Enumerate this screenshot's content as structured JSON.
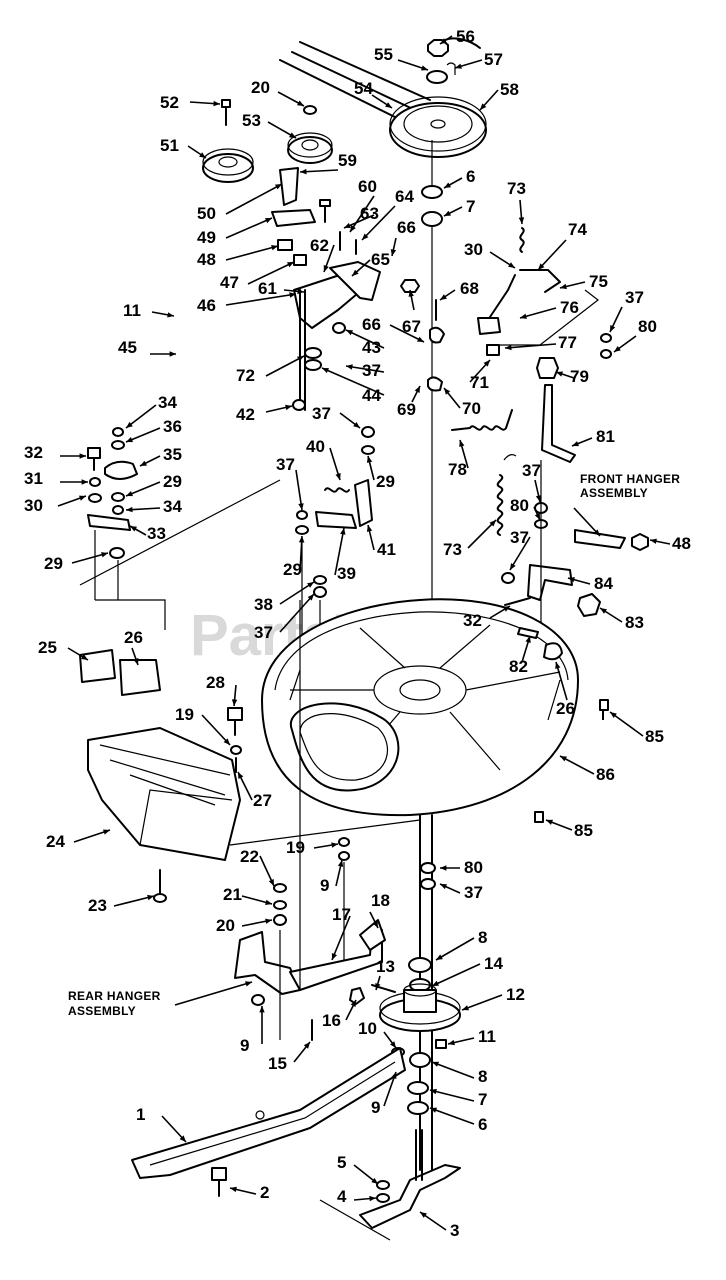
{
  "watermark": "PartsTree",
  "assembly_labels": {
    "front_hanger": [
      "FRONT HANGER",
      "ASSEMBLY"
    ],
    "rear_hanger": [
      "REAR HANGER",
      "ASSEMBLY"
    ]
  },
  "callouts": [
    {
      "id": "c56",
      "n": "56"
    },
    {
      "id": "c55",
      "n": "55"
    },
    {
      "id": "c57",
      "n": "57"
    },
    {
      "id": "c54",
      "n": "54"
    },
    {
      "id": "c58",
      "n": "58"
    },
    {
      "id": "c52",
      "n": "52"
    },
    {
      "id": "c20a",
      "n": "20"
    },
    {
      "id": "c53",
      "n": "53"
    },
    {
      "id": "c51",
      "n": "51"
    },
    {
      "id": "c59",
      "n": "59"
    },
    {
      "id": "c60",
      "n": "60"
    },
    {
      "id": "c6a",
      "n": "6"
    },
    {
      "id": "c7a",
      "n": "7"
    },
    {
      "id": "c73a",
      "n": "73"
    },
    {
      "id": "c64",
      "n": "64"
    },
    {
      "id": "c63",
      "n": "63"
    },
    {
      "id": "c66a",
      "n": "66"
    },
    {
      "id": "c74",
      "n": "74"
    },
    {
      "id": "c50",
      "n": "50"
    },
    {
      "id": "c49",
      "n": "49"
    },
    {
      "id": "c48a",
      "n": "48"
    },
    {
      "id": "c62",
      "n": "62"
    },
    {
      "id": "c30a",
      "n": "30"
    },
    {
      "id": "c65",
      "n": "65"
    },
    {
      "id": "c75",
      "n": "75"
    },
    {
      "id": "c47",
      "n": "47"
    },
    {
      "id": "c61",
      "n": "61"
    },
    {
      "id": "c68",
      "n": "68"
    },
    {
      "id": "c37a",
      "n": "37"
    },
    {
      "id": "c11a",
      "n": "11"
    },
    {
      "id": "c46",
      "n": "46"
    },
    {
      "id": "c67",
      "n": "67"
    },
    {
      "id": "c76",
      "n": "76"
    },
    {
      "id": "c80a",
      "n": "80"
    },
    {
      "id": "c66b",
      "n": "66"
    },
    {
      "id": "c43",
      "n": "43"
    },
    {
      "id": "c77",
      "n": "77"
    },
    {
      "id": "c45",
      "n": "45"
    },
    {
      "id": "c37b",
      "n": "37"
    },
    {
      "id": "c72",
      "n": "72"
    },
    {
      "id": "c71",
      "n": "71"
    },
    {
      "id": "c79",
      "n": "79"
    },
    {
      "id": "c44",
      "n": "44"
    },
    {
      "id": "c69",
      "n": "69"
    },
    {
      "id": "c70",
      "n": "70"
    },
    {
      "id": "c42",
      "n": "42"
    },
    {
      "id": "c37c",
      "n": "37"
    },
    {
      "id": "c34a",
      "n": "34"
    },
    {
      "id": "c81",
      "n": "81"
    },
    {
      "id": "c36",
      "n": "36"
    },
    {
      "id": "c40",
      "n": "40"
    },
    {
      "id": "c29a",
      "n": "29"
    },
    {
      "id": "c78",
      "n": "78"
    },
    {
      "id": "c32a",
      "n": "32"
    },
    {
      "id": "c35",
      "n": "35"
    },
    {
      "id": "c37d",
      "n": "37"
    },
    {
      "id": "c31",
      "n": "31"
    },
    {
      "id": "c29b",
      "n": "29"
    },
    {
      "id": "c37e",
      "n": "37"
    },
    {
      "id": "c30b",
      "n": "30"
    },
    {
      "id": "c34b",
      "n": "34"
    },
    {
      "id": "c80b",
      "n": "80"
    },
    {
      "id": "c33",
      "n": "33"
    },
    {
      "id": "c41",
      "n": "41"
    },
    {
      "id": "c48b",
      "n": "48"
    },
    {
      "id": "c73b",
      "n": "73"
    },
    {
      "id": "c29c",
      "n": "29"
    },
    {
      "id": "c37f",
      "n": "37"
    },
    {
      "id": "c29d",
      "n": "29"
    },
    {
      "id": "c39",
      "n": "39"
    },
    {
      "id": "c84",
      "n": "84"
    },
    {
      "id": "c38",
      "n": "38"
    },
    {
      "id": "c32b",
      "n": "32"
    },
    {
      "id": "c83",
      "n": "83"
    },
    {
      "id": "c37g",
      "n": "37"
    },
    {
      "id": "c25",
      "n": "25"
    },
    {
      "id": "c26a",
      "n": "26"
    },
    {
      "id": "c82",
      "n": "82"
    },
    {
      "id": "c28",
      "n": "28"
    },
    {
      "id": "c26b",
      "n": "26"
    },
    {
      "id": "c19a",
      "n": "19"
    },
    {
      "id": "c85a",
      "n": "85"
    },
    {
      "id": "c27",
      "n": "27"
    },
    {
      "id": "c86",
      "n": "86"
    },
    {
      "id": "c24",
      "n": "24"
    },
    {
      "id": "c85b",
      "n": "85"
    },
    {
      "id": "c19b",
      "n": "19"
    },
    {
      "id": "c22",
      "n": "22"
    },
    {
      "id": "c9a",
      "n": "9"
    },
    {
      "id": "c80c",
      "n": "80"
    },
    {
      "id": "c23",
      "n": "23"
    },
    {
      "id": "c37h",
      "n": "37"
    },
    {
      "id": "c21",
      "n": "21"
    },
    {
      "id": "c18",
      "n": "18"
    },
    {
      "id": "c20b",
      "n": "20"
    },
    {
      "id": "c17",
      "n": "17"
    },
    {
      "id": "c8a",
      "n": "8"
    },
    {
      "id": "c13",
      "n": "13"
    },
    {
      "id": "c14",
      "n": "14"
    },
    {
      "id": "c12",
      "n": "12"
    },
    {
      "id": "c16",
      "n": "16"
    },
    {
      "id": "c9b",
      "n": "9"
    },
    {
      "id": "c10",
      "n": "10"
    },
    {
      "id": "c11b",
      "n": "11"
    },
    {
      "id": "c15",
      "n": "15"
    },
    {
      "id": "c8b",
      "n": "8"
    },
    {
      "id": "c1",
      "n": "1"
    },
    {
      "id": "c9c",
      "n": "9"
    },
    {
      "id": "c7b",
      "n": "7"
    },
    {
      "id": "c6b",
      "n": "6"
    },
    {
      "id": "c5",
      "n": "5"
    },
    {
      "id": "c2",
      "n": "2"
    },
    {
      "id": "c4",
      "n": "4"
    },
    {
      "id": "c3",
      "n": "3"
    }
  ]
}
